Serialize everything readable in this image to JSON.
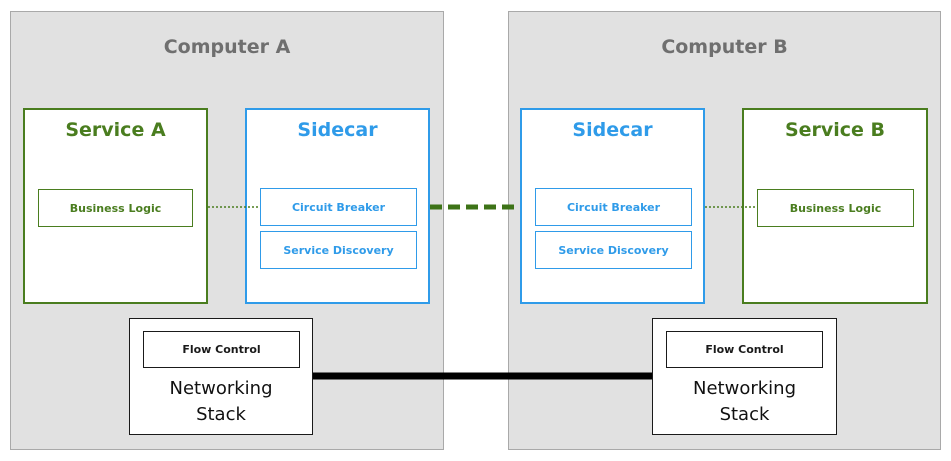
{
  "computer_a": {
    "title": "Computer A",
    "service": {
      "title": "Service A",
      "logic": "Business Logic"
    },
    "sidecar": {
      "title": "Sidecar",
      "breaker": "Circuit Breaker",
      "discovery": "Service Discovery"
    },
    "network": {
      "flow": "Flow Control",
      "line1": "Networking",
      "line2": "Stack"
    }
  },
  "computer_b": {
    "title": "Computer B",
    "service": {
      "title": "Service B",
      "logic": "Business Logic"
    },
    "sidecar": {
      "title": "Sidecar",
      "breaker": "Circuit Breaker",
      "discovery": "Service Discovery"
    },
    "network": {
      "flow": "Flow Control",
      "line1": "Networking",
      "line2": "Stack"
    }
  },
  "colors": {
    "service": "#4a7d1f",
    "sidecar": "#2f9be9",
    "computer_bg": "#e1e1e1",
    "network_link": "#000000"
  }
}
